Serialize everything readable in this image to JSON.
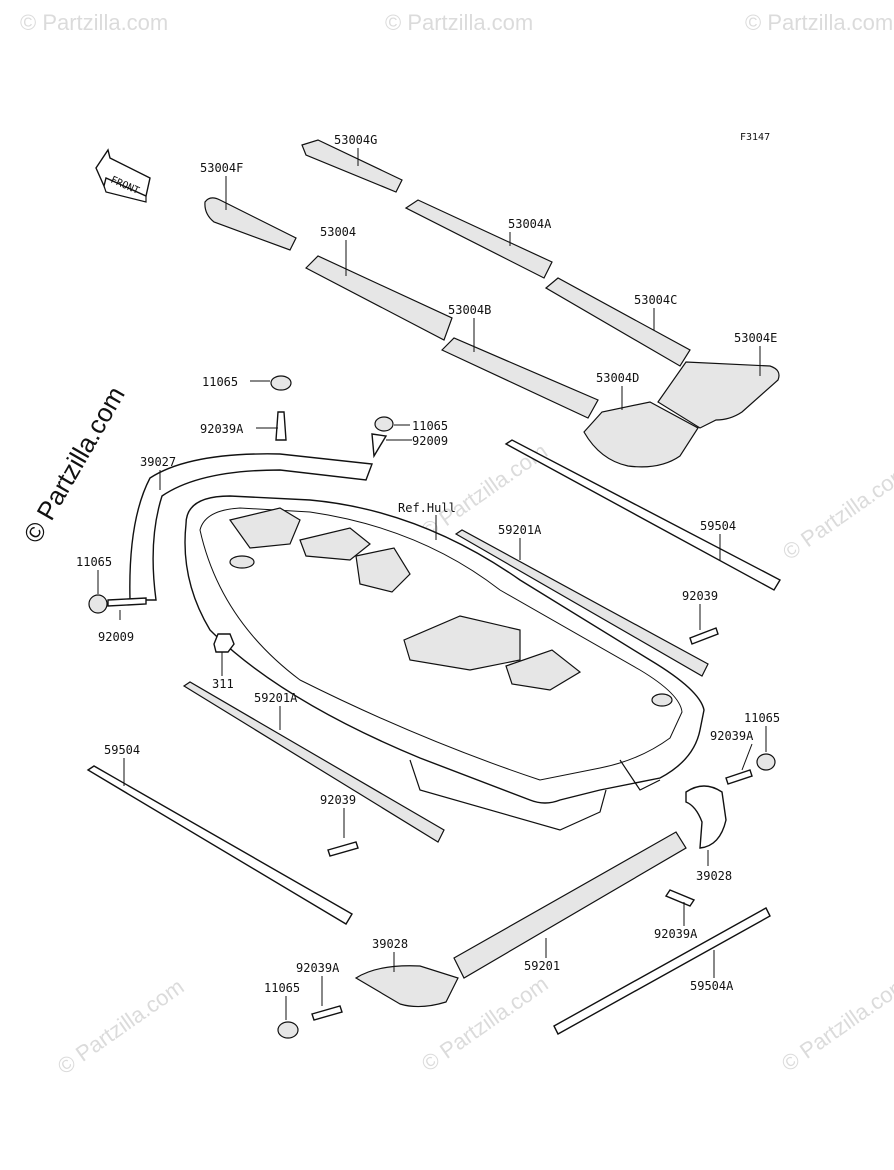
{
  "figure_code": "F3147",
  "front_arrow_label": "FRONT",
  "watermark_side": "© Partzilla.com",
  "watermark": "© Partzilla.com",
  "labels": {
    "p53004g": "53004G",
    "p53004f": "53004F",
    "p53004a": "53004A",
    "p53004": "53004",
    "p53004c": "53004C",
    "p53004b": "53004B",
    "p53004e": "53004E",
    "p53004d": "53004D",
    "p11065_top": "11065",
    "p92039a_top": "92039A",
    "p11065_mid": "11065",
    "p92009_mid": "92009",
    "p39027": "39027",
    "ref_hull": "Ref.Hull",
    "p59201a_right": "59201A",
    "p59504_right": "59504",
    "p11065_left": "11065",
    "p92009_left": "92009",
    "p92039_right": "92039",
    "p311": "311",
    "p59201a_left": "59201A",
    "p11065_right": "11065",
    "p92039a_right": "92039A",
    "p59504_left": "59504",
    "p92039_left": "92039",
    "p39028_right": "39028",
    "p92039a_lower": "92039A",
    "p39028_bottom": "39028",
    "p92039a_bottom": "92039A",
    "p59201": "59201",
    "p11065_bottom": "11065",
    "p59504a": "59504A"
  }
}
